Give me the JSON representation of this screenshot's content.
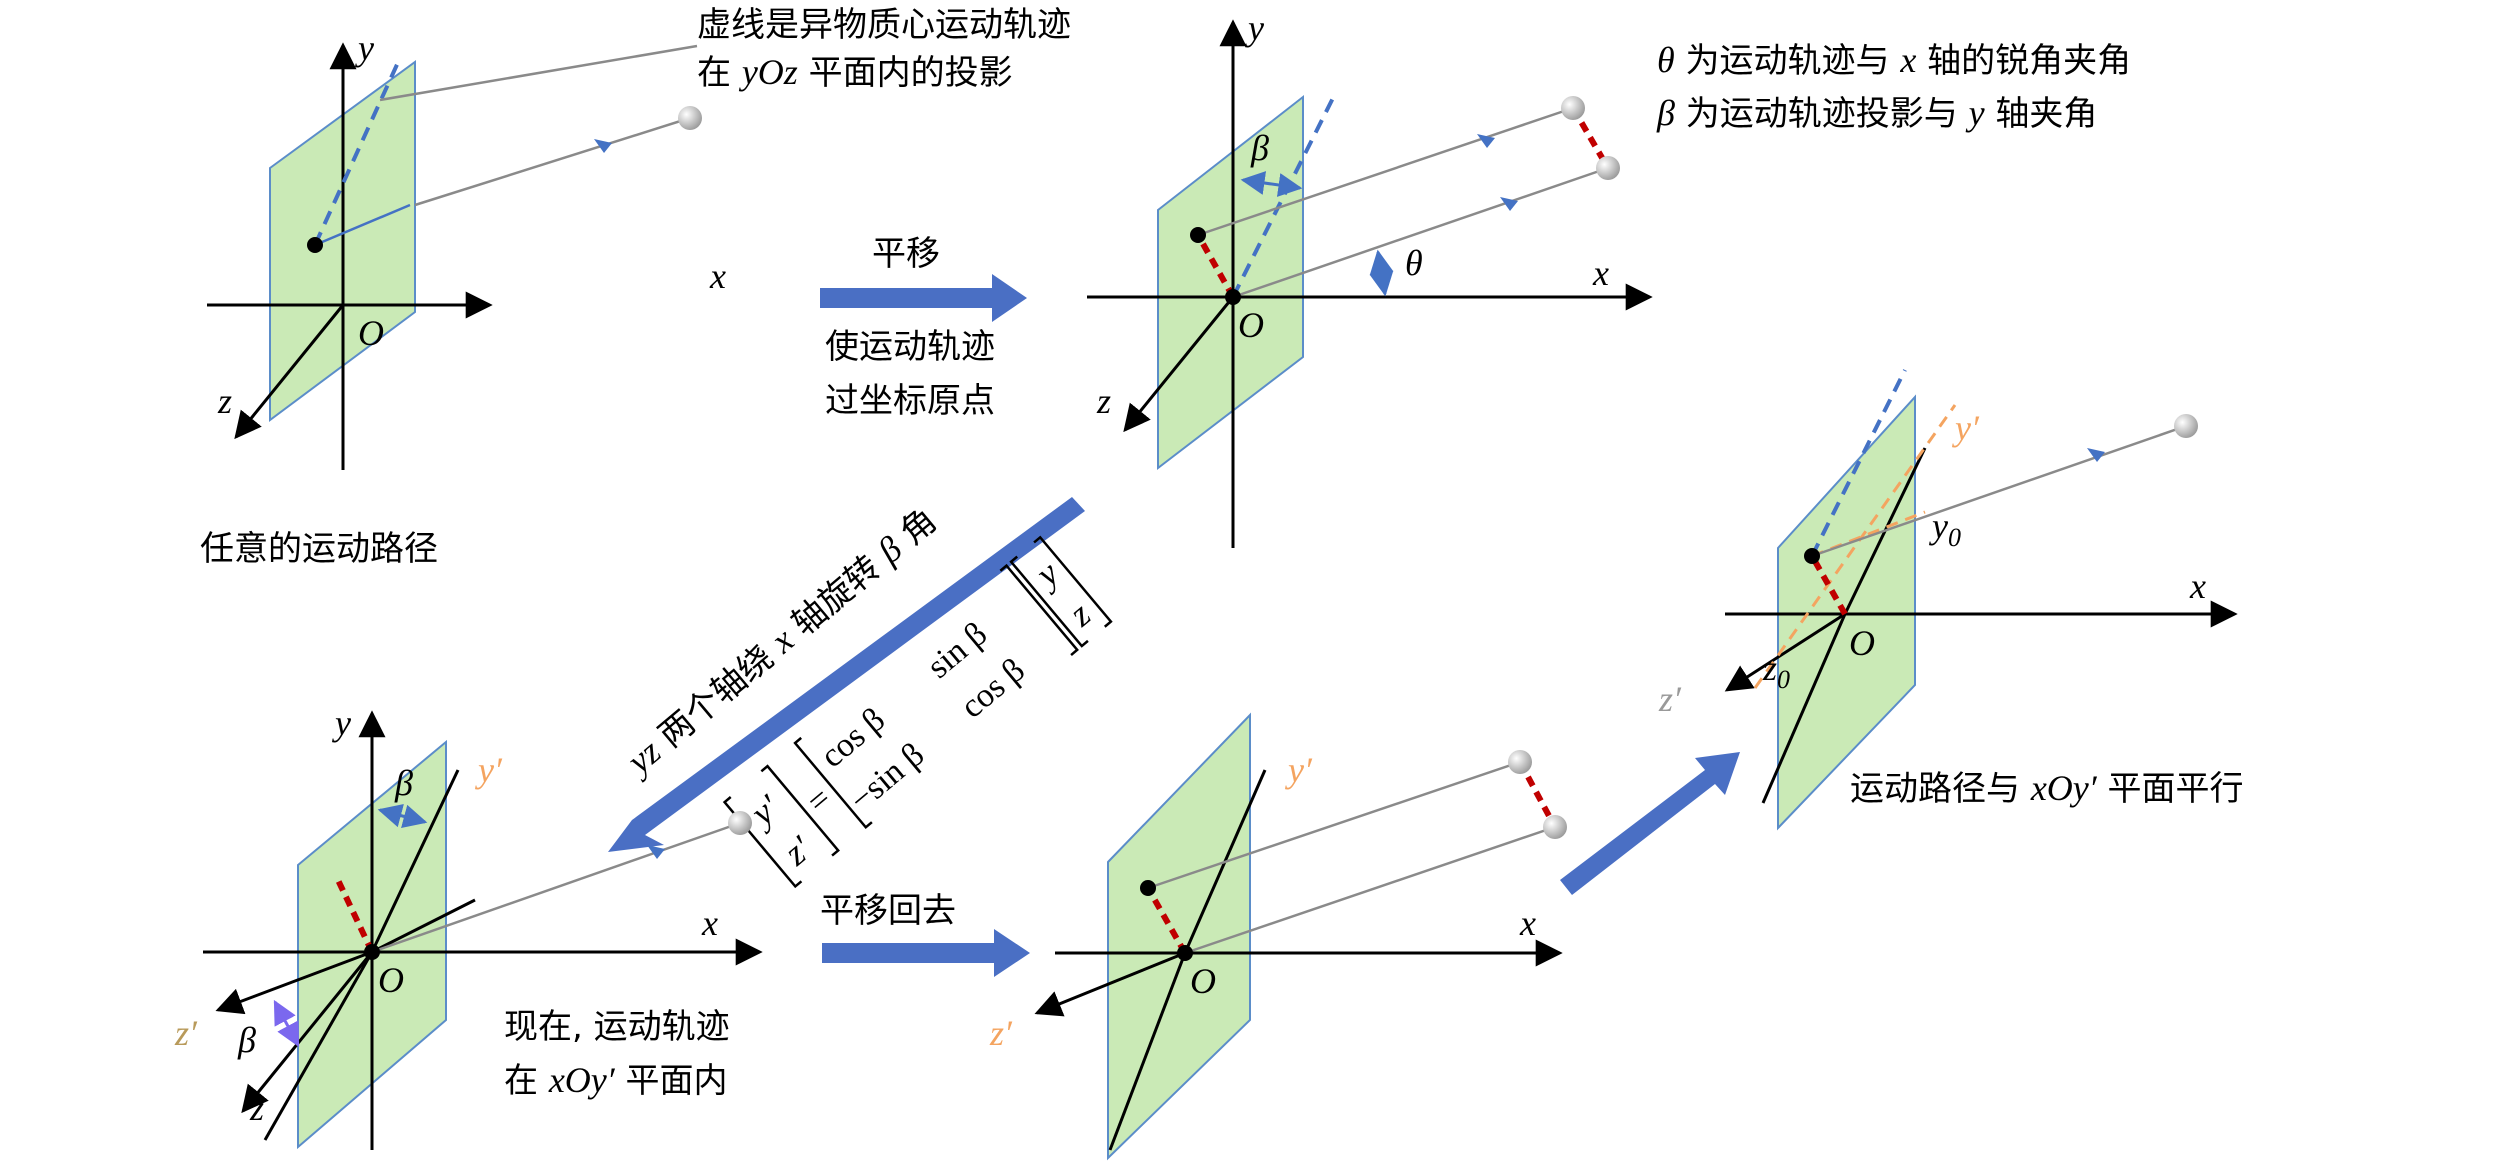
{
  "colors": {
    "plane": "#b6e29a",
    "plane_edge": "#5b8dc9",
    "trajectory": "#8a8a8a",
    "projection": "#4472c4",
    "offset": "#c00000",
    "rotated_axis": "#f4a460",
    "big_arrow": "#4a6fc4"
  },
  "axes": {
    "x": "x",
    "y": "y",
    "z": "z",
    "origin": "O",
    "y_prime": "y′",
    "z_prime": "z′",
    "y0_base": "y",
    "y0_sub": "0",
    "z0_base": "z",
    "z0_sub": "0"
  },
  "notes": {
    "projection_line1": "虚线是异物质心运动轨迹",
    "projection_line2_pre": "在 ",
    "projection_line2_var": "yOz",
    "projection_line2_post": " 平面内的投影",
    "theta_sym": "θ",
    "theta_def_a": " 为运动轨迹与 ",
    "theta_def_x": "x",
    "theta_def_b": " 轴的锐角夹角",
    "beta_sym": "β",
    "beta_def_a": " 为运动轨迹投影与 ",
    "beta_def_y": "y",
    "beta_def_b": " 轴夹角"
  },
  "panels": {
    "p1_caption": "任意的运动路径",
    "translate_title": "平移",
    "translate_desc1": "使运动轨迹",
    "translate_desc2": "过坐标原点",
    "rotate_pre": "yz",
    "rotate_mid": " 两个轴绕 ",
    "rotate_x": "x",
    "rotate_post": " 轴旋转 ",
    "rotate_beta": "β",
    "rotate_end": " 角",
    "back_title": "平移回去",
    "p4_caption1_a": "现在, 运动轨迹",
    "p4_caption2_a": "在 ",
    "p4_caption2_var": "xOy′",
    "p4_caption2_b": " 平面内",
    "p6_caption_a": "运动路径与 ",
    "p6_caption_var": "xOy′",
    "p6_caption_b": " 平面平行"
  },
  "matrix": {
    "lhs_top": "y′",
    "lhs_bottom": "z′",
    "eq": "=",
    "r1c1": "cos β",
    "r1c2": "sin β",
    "r2c1": "−sin β",
    "r2c2": "cos β",
    "rhs_top": "y",
    "rhs_bottom": "z"
  },
  "angles": {
    "beta": "β",
    "theta": "θ"
  }
}
